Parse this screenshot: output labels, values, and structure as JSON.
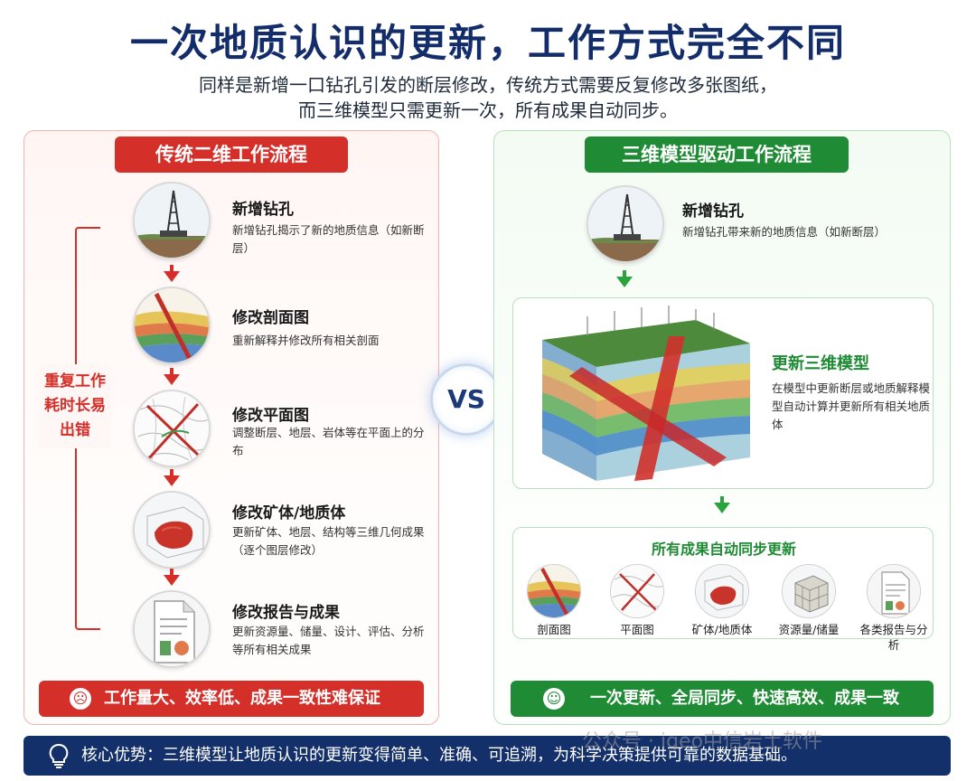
{
  "title": "一次地质认识的更新，工作方式完全不同",
  "subtitle_line1": "同样是新增一口钻孔引发的断层修改，传统方式需要反复修改多张图纸，",
  "subtitle_line2": "而三维模型只需更新一次，所有成果自动同步。",
  "left_panel": {
    "header": "传统二维工作流程",
    "steps": [
      {
        "title": "新增钻孔",
        "desc": "新增钻孔揭示了新的地质信息（如新断层）"
      },
      {
        "title": "修改剖面图",
        "desc": "重新解释并修改所有相关剖面"
      },
      {
        "title": "修改平面图",
        "desc": "调整断层、地层、岩体等在平面上的分布"
      },
      {
        "title": "修改矿体/地质体",
        "desc": "更新矿体、地层、结构等三维几何成果（逐个图层修改）"
      },
      {
        "title": "修改报告与成果",
        "desc": "更新资源量、储量、设计、评估、分析等所有相关成果"
      }
    ],
    "bracket_label": "重复工作耗时长易出错",
    "bottom": "工作量大、效率低、成果一致性难保证",
    "bottom_icon": "sad-face-icon"
  },
  "vs_label": "VS",
  "right_panel": {
    "header": "三维模型驱动工作流程",
    "step1": {
      "title": "新增钻孔",
      "desc": "新增钻孔带来新的地质信息（如新断层）"
    },
    "model": {
      "title": "更新三维模型",
      "desc": "在模型中更新断层或地质解释模型自动计算并更新所有相关地质体"
    },
    "sync": {
      "title": "所有成果自动同步更新",
      "items": [
        "剖面图",
        "平面图",
        "矿体/地质体",
        "资源量/储量",
        "各类报告与分析"
      ]
    },
    "bottom": "一次更新、全局同步、快速高效、成果一致",
    "bottom_icon": "happy-face-icon"
  },
  "footer": "核心优势：三维模型让地质认识的更新变得简单、准确、可追溯，为科学决策提供可靠的数据基础。",
  "footer_icon": "lightbulb-icon",
  "watermark": "公众号 · igeo中信岩土软件",
  "colors": {
    "navy": "#14306a",
    "red": "#d52f2a",
    "green": "#1f8b34"
  }
}
